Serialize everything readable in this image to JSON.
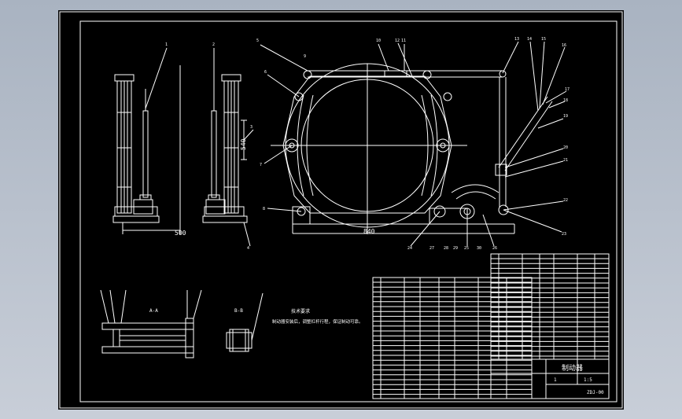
{
  "dimensions": {
    "side_width": "500",
    "side_height": "540",
    "front_width": "840"
  },
  "view_labels": {
    "section_a": "A-A",
    "section_b": "B-B",
    "note_title": "技术要求"
  },
  "note_text": "制动器安装后，调整杠杆行程，保证制动可靠。",
  "title_block": {
    "title": "制动器",
    "drawing_no": "ZDJ-00",
    "scale": "1:5",
    "sheets": "1"
  },
  "balloons": [
    "1",
    "2",
    "3",
    "4",
    "5",
    "6",
    "7",
    "8",
    "9",
    "10",
    "11",
    "12",
    "13",
    "14",
    "15",
    "16",
    "17",
    "18",
    "19",
    "20",
    "21",
    "22",
    "23",
    "24",
    "25",
    "26",
    "27",
    "28",
    "29",
    "30"
  ],
  "colors": {
    "background": "#000000",
    "line": "#ffffff",
    "frame": "#b7bfcc"
  }
}
